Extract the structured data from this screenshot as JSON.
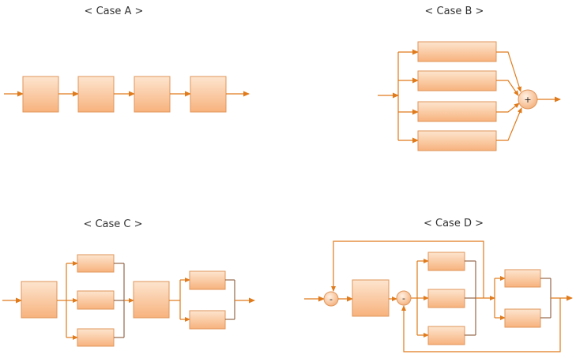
{
  "diagram": {
    "case_a": {
      "title": "< Case A >"
    },
    "case_b": {
      "title": "< Case B >",
      "sum_symbol": "+"
    },
    "case_c": {
      "title": "< Case C >"
    },
    "case_d": {
      "title": "< Case D >",
      "sum1_symbol": "-",
      "sum2_symbol": "-"
    }
  },
  "colors": {
    "block_fill_light": "#fde1c7",
    "block_fill_dark": "#f8b987",
    "block_stroke": "#e0955a",
    "arrow": "#e07b1c",
    "wire_dark": "#8a5a3a"
  }
}
